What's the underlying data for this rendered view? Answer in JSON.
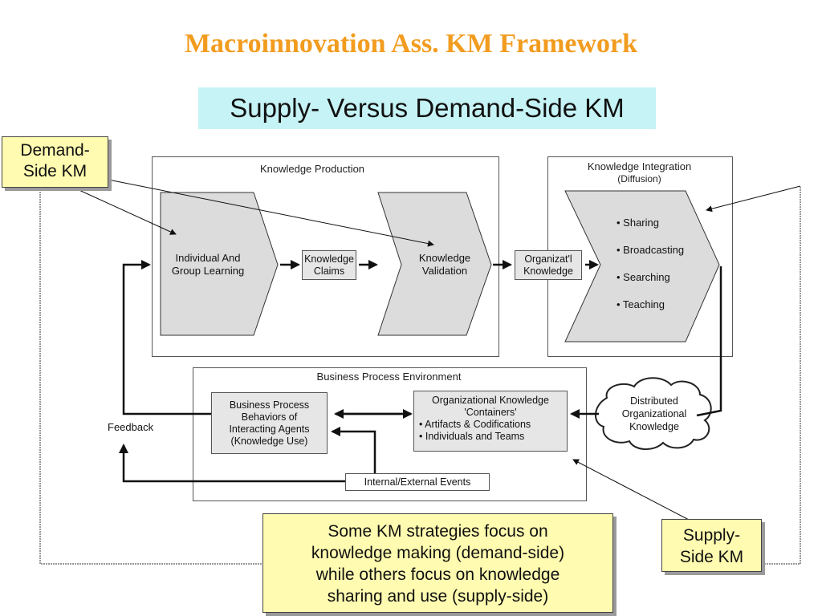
{
  "slide": {
    "title": "Macroinnovation Ass. KM Framework",
    "subtitle": "Supply- Versus Demand-Side KM"
  },
  "callouts": {
    "demand_side": [
      "Demand-",
      "Side KM"
    ],
    "supply_side": [
      "Supply-",
      "Side KM"
    ],
    "note": [
      "Some KM strategies focus on",
      "knowledge making (demand-side)",
      "while others focus on knowledge",
      "sharing and use (supply-side)"
    ]
  },
  "diagram": {
    "knowledge_production": {
      "label": "Knowledge Production",
      "learning": [
        "Individual And",
        "Group Learning"
      ],
      "claims": [
        "Knowledge",
        "Claims"
      ],
      "validation": [
        "Knowledge",
        "Validation"
      ]
    },
    "org_knowledge": [
      "Organizat'l",
      "Knowledge"
    ],
    "knowledge_integration": {
      "label": "Knowledge Integration",
      "sublabel": "(Diffusion)",
      "bullets": [
        "• Sharing",
        "• Broadcasting",
        "• Searching",
        "• Teaching"
      ]
    },
    "business_process_environment": {
      "label": "Business Process Environment",
      "behaviors": [
        "Business Process",
        "Behaviors of",
        "Interacting Agents",
        "(Knowledge Use)"
      ],
      "containers": [
        "Organizational Knowledge",
        "'Containers'",
        "• Artifacts & Codifications",
        "• Individuals and Teams"
      ],
      "events": "Internal/External Events"
    },
    "distributed": [
      "Distributed",
      "Organizational",
      "Knowledge"
    ],
    "feedback": "Feedback"
  }
}
